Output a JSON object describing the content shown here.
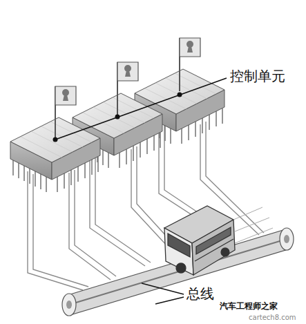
{
  "diagram": {
    "labels": [
      "控制单元",
      "总线",
      "汽车工程师之家",
      "cartech8.com"
    ]
  }
}
